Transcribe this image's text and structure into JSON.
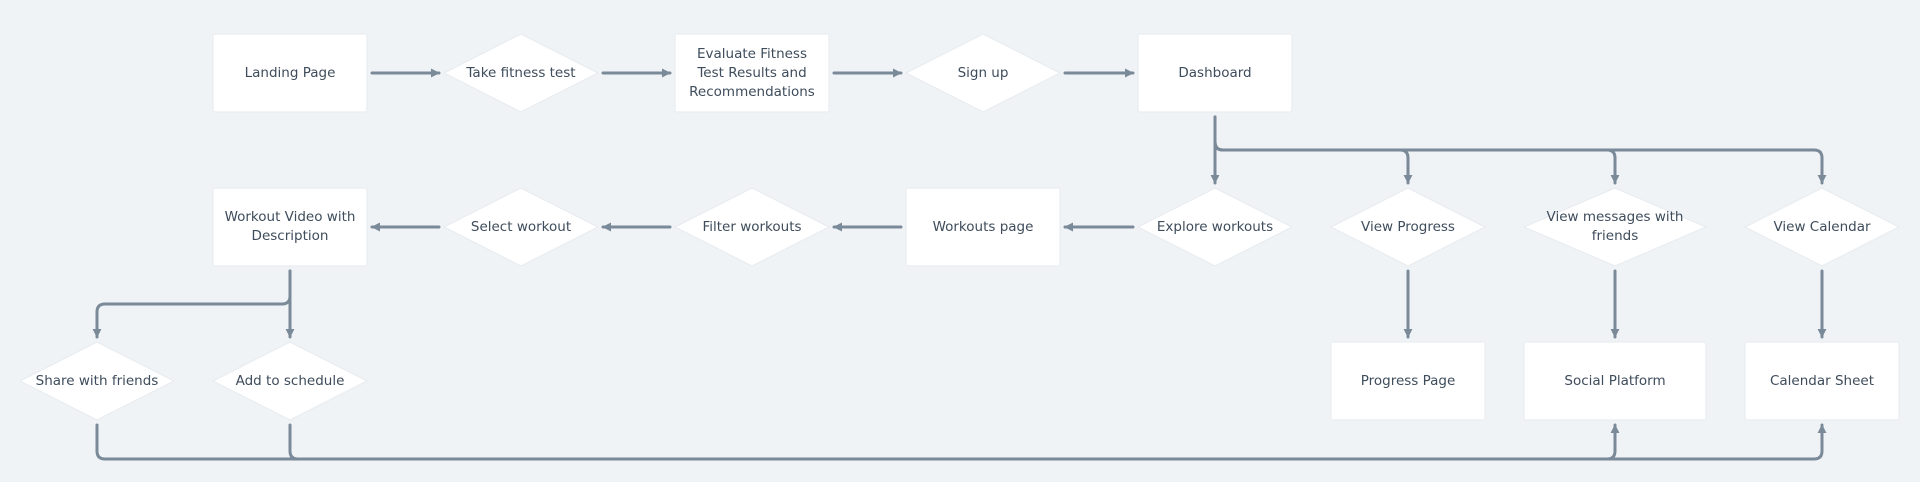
{
  "colors": {
    "background": "#f0f3f6",
    "node_fill": "#ffffff",
    "connector": "#7a8a99",
    "text": "#3e4c5b"
  },
  "nodes": {
    "landing_page": {
      "shape": "rect",
      "label": "Landing Page"
    },
    "take_fitness_test": {
      "shape": "diamond",
      "label": "Take fitness test"
    },
    "evaluate_results": {
      "shape": "rect",
      "label": "Evaluate Fitness Test Results and Recommendations"
    },
    "sign_up": {
      "shape": "diamond",
      "label": "Sign up"
    },
    "dashboard": {
      "shape": "rect",
      "label": "Dashboard"
    },
    "explore_workouts": {
      "shape": "diamond",
      "label": "Explore workouts"
    },
    "view_progress": {
      "shape": "diamond",
      "label": "View Progress"
    },
    "view_messages": {
      "shape": "diamond",
      "label": "View messages with friends"
    },
    "view_calendar": {
      "shape": "diamond",
      "label": "View Calendar"
    },
    "workouts_page": {
      "shape": "rect",
      "label": "Workouts page"
    },
    "filter_workouts": {
      "shape": "diamond",
      "label": "Filter workouts"
    },
    "select_workout": {
      "shape": "diamond",
      "label": "Select workout"
    },
    "workout_video": {
      "shape": "rect",
      "label": "Workout Video with Description"
    },
    "share_with_friends": {
      "shape": "diamond",
      "label": "Share with friends"
    },
    "add_to_schedule": {
      "shape": "diamond",
      "label": "Add to schedule"
    },
    "progress_page": {
      "shape": "rect",
      "label": "Progress Page"
    },
    "social_platform": {
      "shape": "rect",
      "label": "Social Platform"
    },
    "calendar_sheet": {
      "shape": "rect",
      "label": "Calendar Sheet"
    }
  },
  "edges": [
    {
      "from": "landing_page",
      "to": "take_fitness_test"
    },
    {
      "from": "take_fitness_test",
      "to": "evaluate_results"
    },
    {
      "from": "evaluate_results",
      "to": "sign_up"
    },
    {
      "from": "sign_up",
      "to": "dashboard"
    },
    {
      "from": "dashboard",
      "to": "explore_workouts"
    },
    {
      "from": "dashboard",
      "to": "view_progress"
    },
    {
      "from": "dashboard",
      "to": "view_messages"
    },
    {
      "from": "dashboard",
      "to": "view_calendar"
    },
    {
      "from": "explore_workouts",
      "to": "workouts_page"
    },
    {
      "from": "workouts_page",
      "to": "filter_workouts"
    },
    {
      "from": "filter_workouts",
      "to": "select_workout"
    },
    {
      "from": "select_workout",
      "to": "workout_video"
    },
    {
      "from": "workout_video",
      "to": "share_with_friends"
    },
    {
      "from": "workout_video",
      "to": "add_to_schedule"
    },
    {
      "from": "view_progress",
      "to": "progress_page"
    },
    {
      "from": "view_messages",
      "to": "social_platform"
    },
    {
      "from": "view_calendar",
      "to": "calendar_sheet"
    },
    {
      "from": "share_with_friends",
      "to": "social_platform"
    },
    {
      "from": "add_to_schedule",
      "to": "calendar_sheet"
    }
  ]
}
